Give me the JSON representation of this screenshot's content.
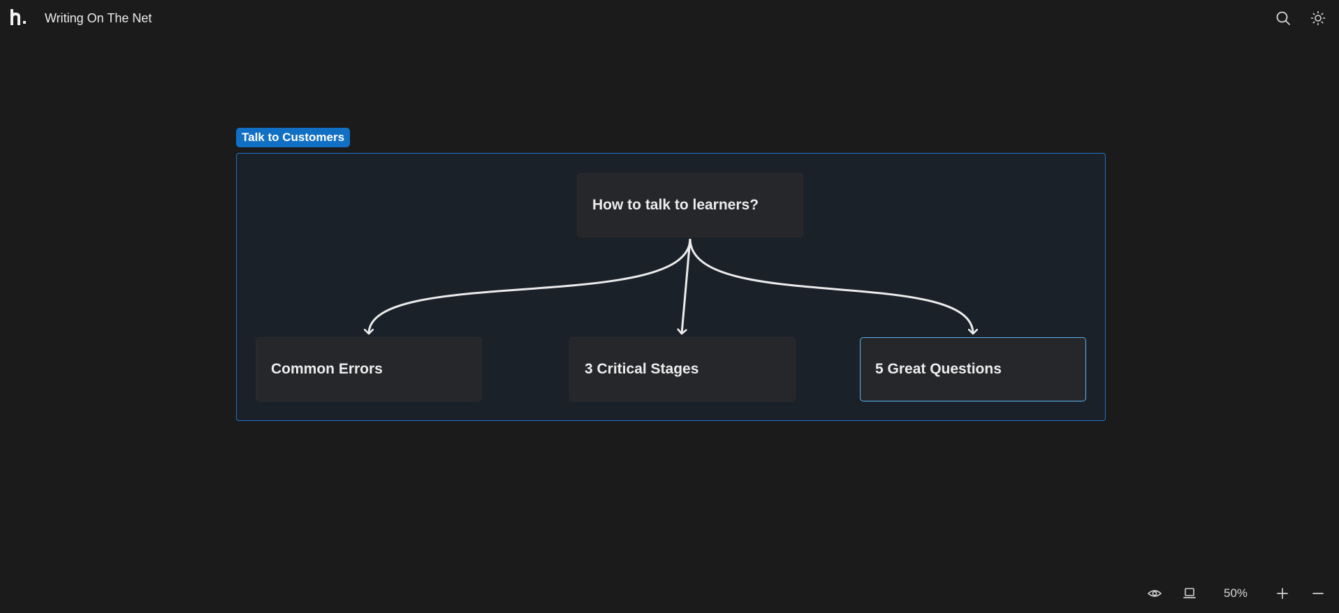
{
  "app": {
    "title": "Writing On The Net",
    "logo_icon": "h-dot-logo"
  },
  "toolbar_top": {
    "search_icon": "search-icon",
    "theme_icon": "sun-icon"
  },
  "canvas": {
    "group": {
      "label": "Talk to Customers",
      "color": "#1170c4",
      "border_color": "#1d72c9"
    },
    "nodes": {
      "root": "How to talk to learners?",
      "children": [
        "Common Errors",
        "3 Critical Stages",
        "5 Great Questions"
      ],
      "selected": "5 Great Questions",
      "selected_color": "#58b3f0"
    },
    "edges": [
      {
        "from": "How to talk to learners?",
        "to": "Common Errors"
      },
      {
        "from": "How to talk to learners?",
        "to": "3 Critical Stages"
      },
      {
        "from": "How to talk to learners?",
        "to": "5 Great Questions"
      }
    ]
  },
  "toolbar_bottom": {
    "preview_icon": "eye-icon",
    "present_icon": "laptop-icon",
    "zoom_level": "50%",
    "zoom_in_icon": "plus-icon",
    "zoom_out_icon": "minus-icon"
  }
}
